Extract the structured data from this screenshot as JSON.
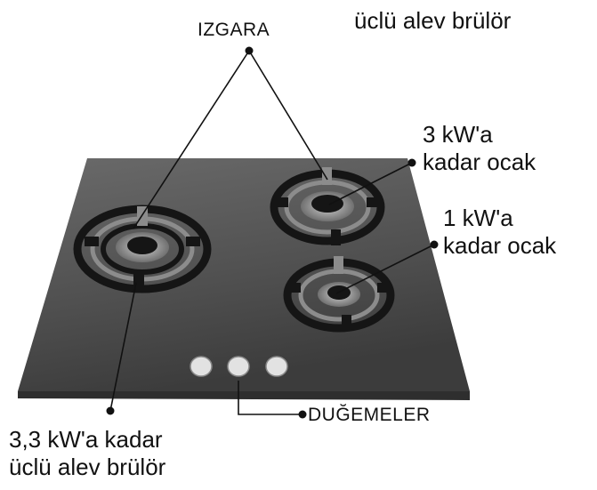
{
  "labels": {
    "top_right": "üclü alev brülör",
    "grill": "IZGARA",
    "burner_3kw_line1": "3 kW'a",
    "burner_3kw_line2": "kadar ocak",
    "burner_1kw_line1": "1 kW'a",
    "burner_1kw_line2": "kadar ocak",
    "knobs": "DUĞEMELER",
    "burner_33kw_line1": "3,3 kW'a kadar",
    "burner_33kw_line2": "üclü alev brülör"
  },
  "colors": {
    "hob_top": "#5c5c5c",
    "hob_edge": "#2e2e2e",
    "grate": "#151515",
    "ring": "#8c8c8c",
    "knob": "#e2e2e2",
    "leader": "#111111"
  }
}
